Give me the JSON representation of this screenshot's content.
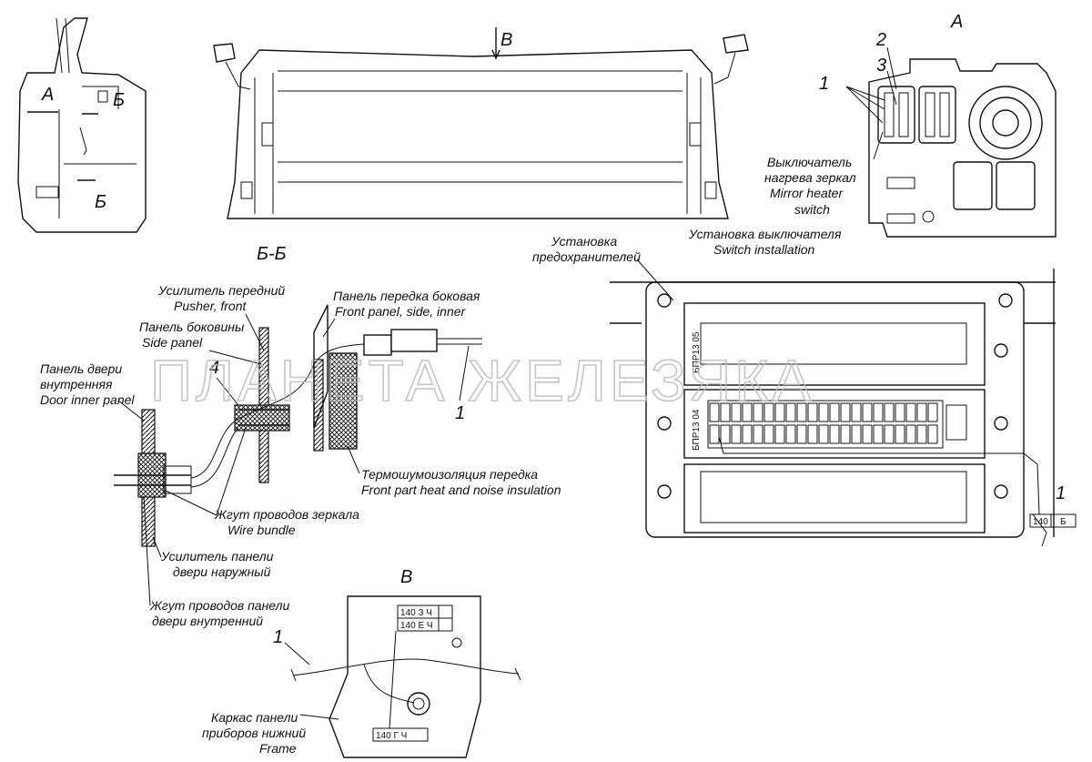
{
  "view_labels": {
    "a_marker": "А",
    "b_marker": "Б",
    "v_marker": "В",
    "section_bb": "Б-Б",
    "view_a": "А",
    "view_v": "В"
  },
  "callouts": {
    "n1": "1",
    "n2": "2",
    "n3": "3",
    "n4": "4"
  },
  "view_a_labels": {
    "switch_ru_1": "Выключатель",
    "switch_ru_2": "нагрева зеркал",
    "switch_en_1": "Mirror heater",
    "switch_en_2": "switch",
    "install_ru": "Установка выключателя",
    "install_en": "Switch installation"
  },
  "fuse_block": {
    "title_ru_1": "Установка",
    "title_ru_2": "предохранителей",
    "code_top": "БПР13 05",
    "code_mid": "БПР13 04",
    "wire_tag_num": "140",
    "wire_tag_letter": "Б"
  },
  "section_labels": {
    "pusher_ru": "Усилитель передний",
    "pusher_en": "Pusher, front",
    "front_panel_ru": "Панель передка боковая",
    "front_panel_en": "Front panel, side, inner",
    "side_panel_ru": "Панель боковины",
    "side_panel_en": "Side panel",
    "door_inner_ru_1": "Панель двери",
    "door_inner_ru_2": "внутренняя",
    "door_inner_en": "Door inner panel",
    "insulation_ru": "Термошумоизоляция передка",
    "insulation_en": "Front part heat and noise insulation",
    "bundle_ru": "Жгут проводов зеркала",
    "bundle_en": "Wire bundle",
    "reinforcer_ru_1": "Усилитель панели",
    "reinforcer_ru_2": "двери наружный",
    "door_harness_ru_1": "Жгут проводов панели",
    "door_harness_ru_2": "двери внутренний"
  },
  "view_v": {
    "tag1": "140 З Ч",
    "tag2": "140 Е Ч",
    "tag3": "140 Г Ч",
    "frame_ru_1": "Каркас панели",
    "frame_ru_2": "приборов нижний",
    "frame_en": "Frame"
  },
  "watermark": "ПЛАНЕТА ЖЕЛЕЗЯКА"
}
